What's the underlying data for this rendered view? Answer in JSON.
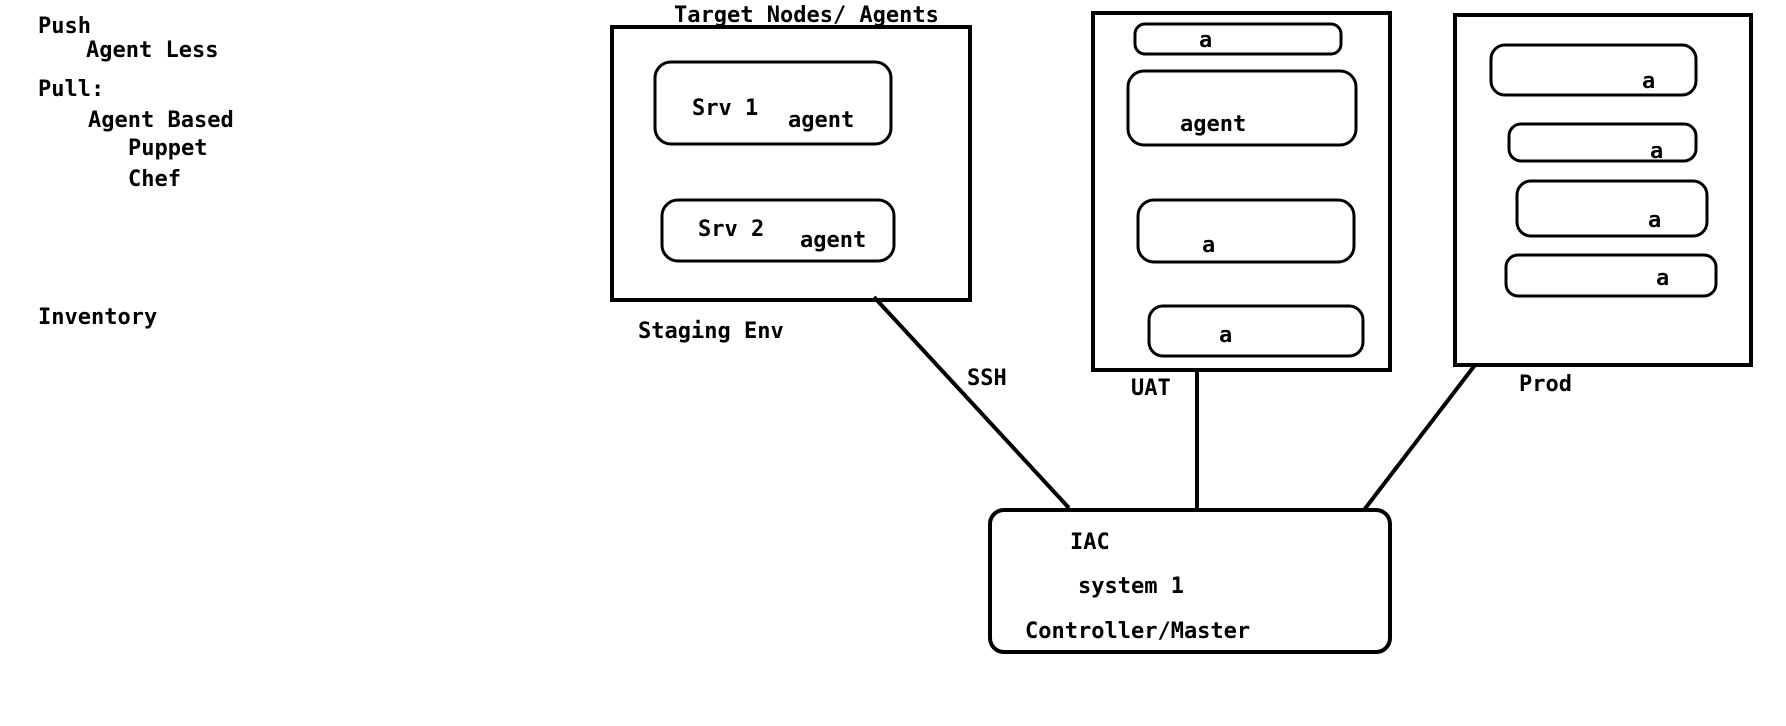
{
  "notes": {
    "push": "Push",
    "agent_less": "Agent Less",
    "pull": "Pull:",
    "agent_based": "Agent Based",
    "puppet": "Puppet",
    "chef": "Chef",
    "inventory": "Inventory"
  },
  "target_title": "Target Nodes/ Agents",
  "staging": {
    "label": "Staging Env",
    "srv1": "Srv 1",
    "srv1_agent": "agent",
    "srv2": "Srv 2",
    "srv2_agent": "agent"
  },
  "uat": {
    "label": "UAT",
    "node1": "a",
    "node2": "agent",
    "node3": "a",
    "node4": "a"
  },
  "prod": {
    "label": "Prod",
    "node1": "a",
    "node2": "a",
    "node3": "a",
    "node4": "a"
  },
  "connection_label": "SSH",
  "controller": {
    "line1": "IAC",
    "line2": "system 1",
    "line3": "Controller/Master"
  }
}
